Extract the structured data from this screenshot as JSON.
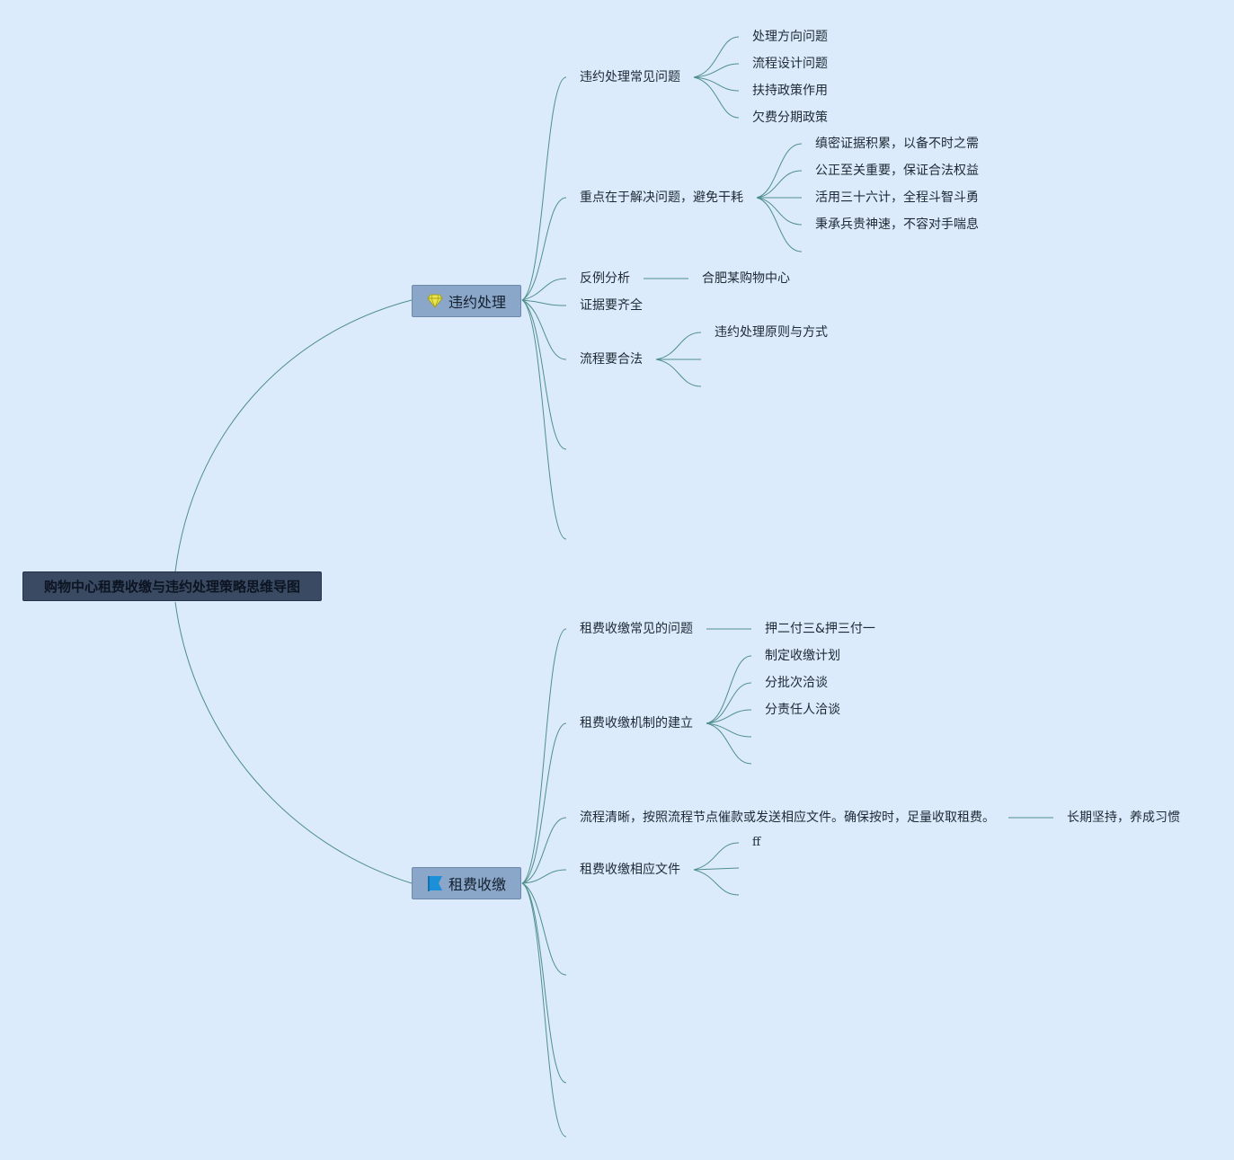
{
  "root": {
    "title": "购物中心租费收缴与违约处理策略思维导图"
  },
  "branches": [
    {
      "label": "违约处理",
      "icon": "diamond-icon",
      "children": [
        {
          "label": "违约处理常见问题",
          "children": [
            "处理方向问题",
            "流程设计问题",
            "扶持政策作用",
            "欠费分期政策"
          ]
        },
        {
          "label": "重点在于解决问题，避免干耗",
          "children": [
            "缜密证据积累，以备不时之需",
            "公正至关重要，保证合法权益",
            "活用三十六计，全程斗智斗勇",
            "秉承兵贵神速，不容对手喘息"
          ]
        },
        {
          "label": "反例分析",
          "children": [
            "合肥某购物中心"
          ]
        },
        {
          "label": "证据要齐全",
          "children": []
        },
        {
          "label": "流程要合法",
          "children": [
            "违约处理原则与方式"
          ]
        }
      ]
    },
    {
      "label": "租费收缴",
      "icon": "flag-icon",
      "children": [
        {
          "label": "租费收缴常见的问题",
          "children": [
            "押二付三&押三付一"
          ]
        },
        {
          "label": "租费收缴机制的建立",
          "children": [
            "制定收缴计划",
            "分批次洽谈",
            "分责任人洽谈"
          ]
        },
        {
          "label": "流程清晰，按照流程节点催款或发送相应文件。确保按时，足量收取租费。",
          "children": [
            "长期坚持，养成习惯"
          ]
        },
        {
          "label": "租费收缴相应文件",
          "children": [
            "ff"
          ]
        }
      ]
    }
  ],
  "colors": {
    "background": "#dcebfb",
    "line": "#4f8f8c",
    "root_fill": "#3a4a63",
    "branch_fill": "#8aa6c9",
    "diamond": "#e8e84a",
    "flag": "#1b8fd8"
  }
}
